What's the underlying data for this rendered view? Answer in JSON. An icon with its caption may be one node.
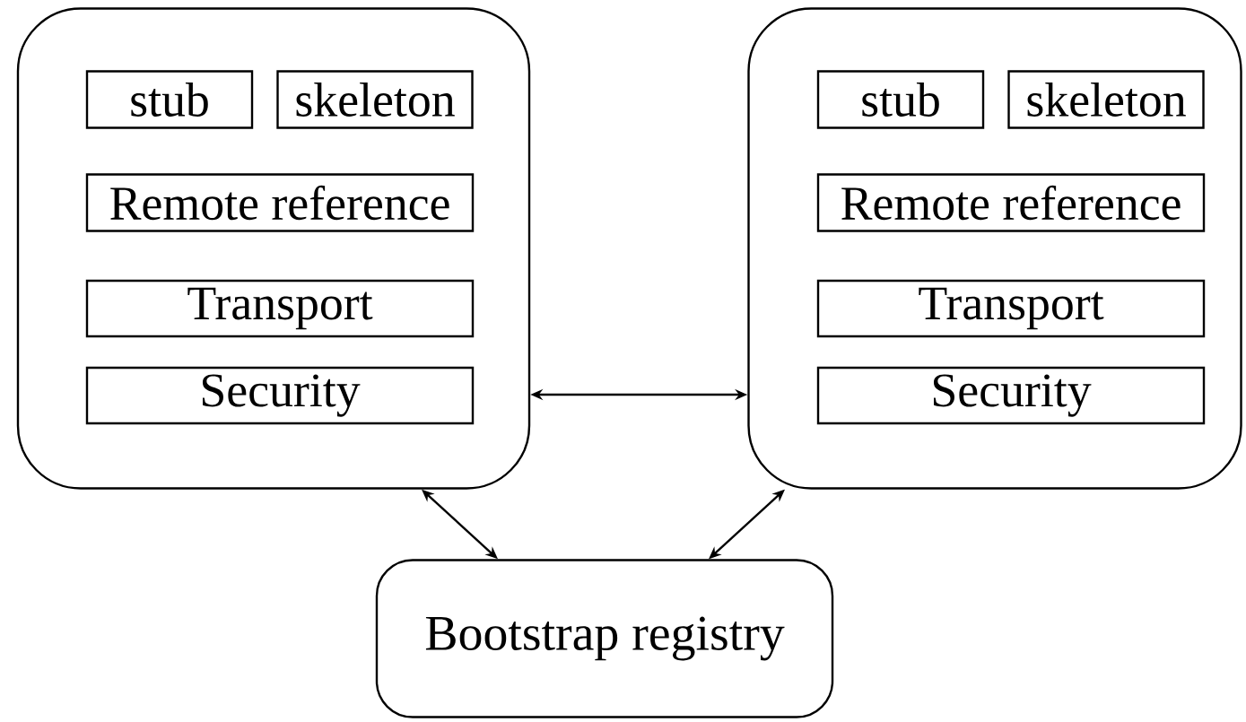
{
  "diagram": {
    "nodes": [
      {
        "text": [],
        "shape": "box"
      },
      {
        "text": [
          "stub"
        ],
        "in": 0
      },
      {
        "text": [
          "skeleton"
        ],
        "in": 0
      },
      {
        "text": [
          "Remote reference"
        ],
        "in": 0
      },
      {
        "text": [
          "Transport"
        ],
        "in": 0
      },
      {
        "text": [
          "Security"
        ],
        "in": 0
      },
      {
        "text": [],
        "shape": "box"
      },
      {
        "text": [
          "stub"
        ],
        "in": 6
      },
      {
        "text": [
          "skeleton"
        ],
        "in": 6
      },
      {
        "text": [
          "Remote reference"
        ],
        "in": 6
      },
      {
        "text": [
          "Transport"
        ],
        "in": 6
      },
      {
        "text": [
          "Security"
        ],
        "in": 6
      },
      {
        "text": [
          "Bootstrap registry"
        ]
      }
    ],
    "edges": [
      {
        "from": 0,
        "to": 6,
        "arrow": "both"
      },
      {
        "from": 0,
        "to": 12,
        "arrow": "both"
      },
      {
        "from": 6,
        "to": 12,
        "arrow": "both"
      }
    ]
  }
}
